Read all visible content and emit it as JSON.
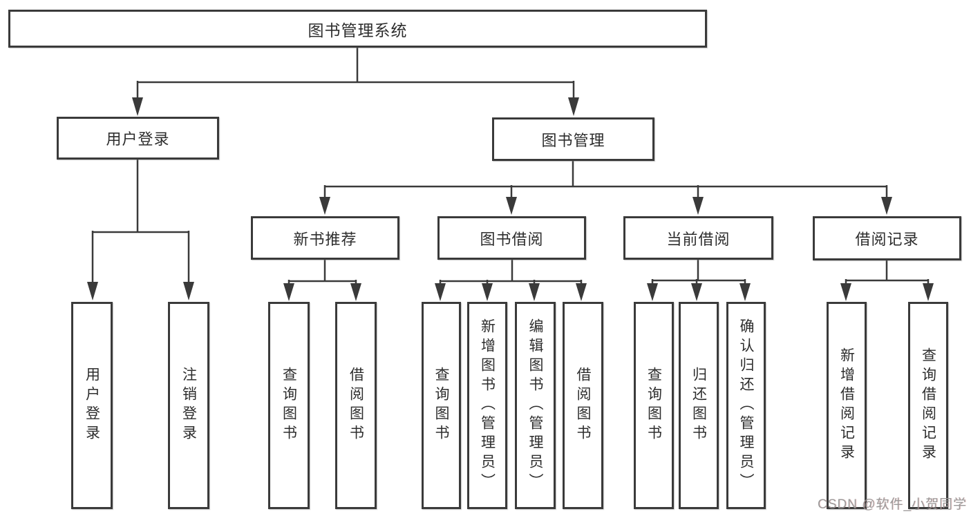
{
  "diagram": {
    "root": {
      "label": "图书管理系统"
    },
    "branches": [
      {
        "label": "用户登录",
        "children": [
          {
            "label": "用户登录"
          },
          {
            "label": "注销登录"
          }
        ]
      },
      {
        "label": "图书管理",
        "children": [
          {
            "label": "新书推荐",
            "children": [
              {
                "label": "查询图书"
              },
              {
                "label": "借阅图书"
              }
            ]
          },
          {
            "label": "图书借阅",
            "children": [
              {
                "label": "查询图书"
              },
              {
                "label": "新增图书（管理员）"
              },
              {
                "label": "编辑图书（管理员）"
              },
              {
                "label": "借阅图书"
              }
            ]
          },
          {
            "label": "当前借阅",
            "children": [
              {
                "label": "查询图书"
              },
              {
                "label": "归还图书"
              },
              {
                "label": "确认归还（管理员）"
              }
            ]
          },
          {
            "label": "借阅记录",
            "children": [
              {
                "label": "新增借阅记录"
              },
              {
                "label": "查询借阅记录"
              }
            ]
          }
        ]
      }
    ]
  },
  "watermark": {
    "text": "CSDN @软件_小贺同学"
  },
  "colors": {
    "line": "#3a3a3a",
    "box_border": "#3a3a3a",
    "box_background": "#ffffff",
    "text": "#2d2d2d",
    "watermark": "#949494"
  }
}
